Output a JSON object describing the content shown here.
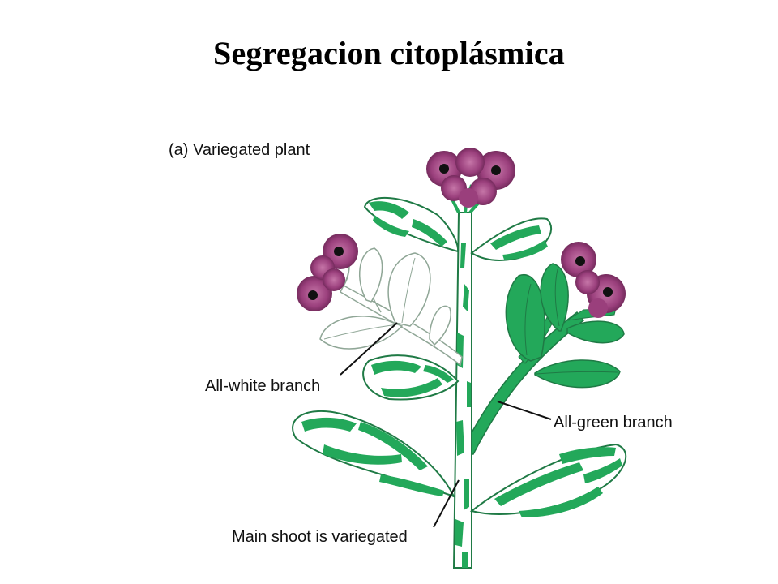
{
  "title": "Segregacion citoplásmica",
  "figure": {
    "panel_label": "(a)  Variegated plant",
    "labels": {
      "all_white_branch": "All-white branch",
      "all_green_branch": "All-green branch",
      "main_shoot": "Main shoot is variegated"
    }
  },
  "colors": {
    "leaf_green": "#23a85a",
    "leaf_outline": "#1f7a45",
    "white_leaf_outline": "#8fa696",
    "flower": "#9a3f7c",
    "flower_dark": "#5a1d47",
    "flower_center": "#111111"
  }
}
